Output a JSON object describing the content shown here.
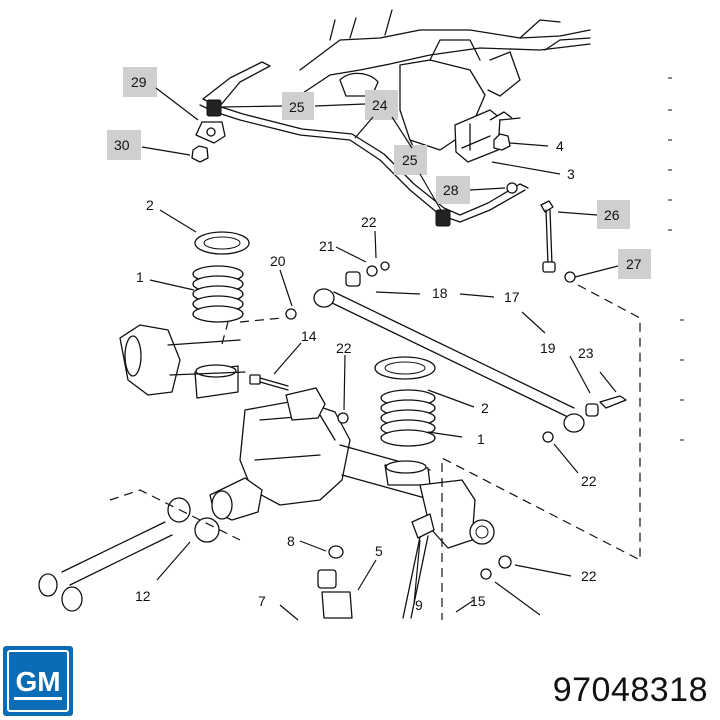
{
  "part_number": "97048318",
  "logo": {
    "text": "GM",
    "color": "#0a6cb4"
  },
  "callouts": {
    "c1a": "1",
    "c1b": "1",
    "c2a": "2",
    "c2b": "2",
    "c3": "3",
    "c4": "4",
    "c5": "5",
    "c7": "7",
    "c8": "8",
    "c9": "9",
    "c12": "12",
    "c14": "14",
    "c15": "15",
    "c17": "17",
    "c18": "18",
    "c19": "19",
    "c20": "20",
    "c21": "21",
    "c22a": "22",
    "c22b": "22",
    "c22c": "22",
    "c22d": "22",
    "c23": "23",
    "c24": "24",
    "c25a": "25",
    "c25b": "25",
    "c26": "26",
    "c27": "27",
    "c28": "28",
    "c29": "29",
    "c30": "30"
  }
}
